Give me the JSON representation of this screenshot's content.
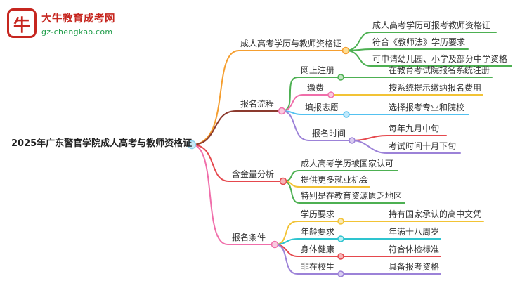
{
  "logo": {
    "title": "大牛教育成考网",
    "subtitle": "gz-chengkao.com",
    "icon_glyph": "牛"
  },
  "palette": {
    "orange": "#f59e2f",
    "orange_light": "#ffde94",
    "dark_red": "#8c3a2e",
    "red": "#e5484d",
    "red_light": "#f6b6b8",
    "green": "#4db052",
    "green_light": "#c3e6c4",
    "yellow": "#f2c335",
    "yellow_light": "#fae9b4",
    "pink": "#f06eaa",
    "pink_light": "#f9cadf",
    "blue": "#53c1f0",
    "blue_light": "#c2e9fb",
    "cyan": "#2ec4cf",
    "cyan_light": "#bfeef2",
    "purple": "#9c82d8",
    "purple_light": "#d9cdf0",
    "root_circle": "#8fd0ec",
    "root_circle_light": "#c9e9f7",
    "text": "#333333",
    "logo_red": "#c6261f",
    "logo_green": "#1f9c49"
  },
  "root": {
    "label": "2025年广东警官学院成人高考与教师资格证"
  },
  "branches": [
    {
      "label": "成人高考学历与教师资格证",
      "children": [
        {
          "label": "成人高考学历可报考教师资格证"
        },
        {
          "label": "符合《教师法》学历要求"
        },
        {
          "label": "可申请幼儿园、小学及部分中学资格"
        }
      ]
    },
    {
      "label": "报名流程",
      "children": [
        {
          "label": "网上注册",
          "children": [
            {
              "label": "在教育考试院报名系统注册"
            }
          ]
        },
        {
          "label": "缴费",
          "children": [
            {
              "label": "按系统提示缴纳报名费用"
            }
          ]
        },
        {
          "label": "填报志愿",
          "children": [
            {
              "label": "选择报考专业和院校"
            }
          ]
        },
        {
          "label": "报名时间",
          "children": [
            {
              "label": "每年九月中旬"
            },
            {
              "label": "考试时间十月下旬"
            }
          ]
        }
      ]
    },
    {
      "label": "含金量分析",
      "children": [
        {
          "label": "成人高考学历被国家认可"
        },
        {
          "label": "提供更多就业机会"
        },
        {
          "label": "特别是在教育资源匮乏地区"
        }
      ]
    },
    {
      "label": "报名条件",
      "children": [
        {
          "label": "学历要求",
          "children": [
            {
              "label": "持有国家承认的高中文凭"
            }
          ]
        },
        {
          "label": "年龄要求",
          "children": [
            {
              "label": "年满十八周岁"
            }
          ]
        },
        {
          "label": "身体健康",
          "children": [
            {
              "label": "符合体检标准"
            }
          ]
        },
        {
          "label": "非在校生",
          "children": [
            {
              "label": "具备报考资格"
            }
          ]
        }
      ]
    }
  ]
}
